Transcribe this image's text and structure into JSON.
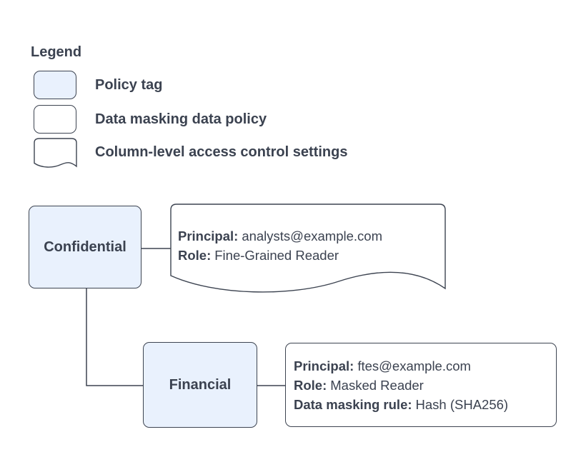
{
  "colors": {
    "background": "#ffffff",
    "policy_tag_fill": "#e9f1fd",
    "shape_fill_white": "#ffffff",
    "stroke": "#3d4451",
    "text": "#3b4250"
  },
  "legend": {
    "title": "Legend",
    "items": [
      {
        "shape": "policy-tag",
        "label": "Policy tag"
      },
      {
        "shape": "data-masking-data-policy",
        "label": "Data masking data policy"
      },
      {
        "shape": "column-level-access-control-settings",
        "label": "Column-level access control settings"
      }
    ]
  },
  "diagram": {
    "nodes": {
      "confidential": {
        "label": "Confidential",
        "type": "policy-tag"
      },
      "financial": {
        "label": "Financial",
        "type": "policy-tag"
      }
    },
    "access_settings_doc": {
      "type": "column-level-access-control-settings",
      "lines": [
        {
          "label": "Principal:",
          "value": "analysts@example.com"
        },
        {
          "label": "Role:",
          "value": "Fine-Grained Reader"
        }
      ]
    },
    "masking_policy_box": {
      "type": "data-masking-data-policy",
      "lines": [
        {
          "label": "Principal:",
          "value": "ftes@example.com"
        },
        {
          "label": "Role:",
          "value": "Masked Reader"
        },
        {
          "label": "Data masking rule:",
          "value": "Hash (SHA256)"
        }
      ]
    }
  }
}
